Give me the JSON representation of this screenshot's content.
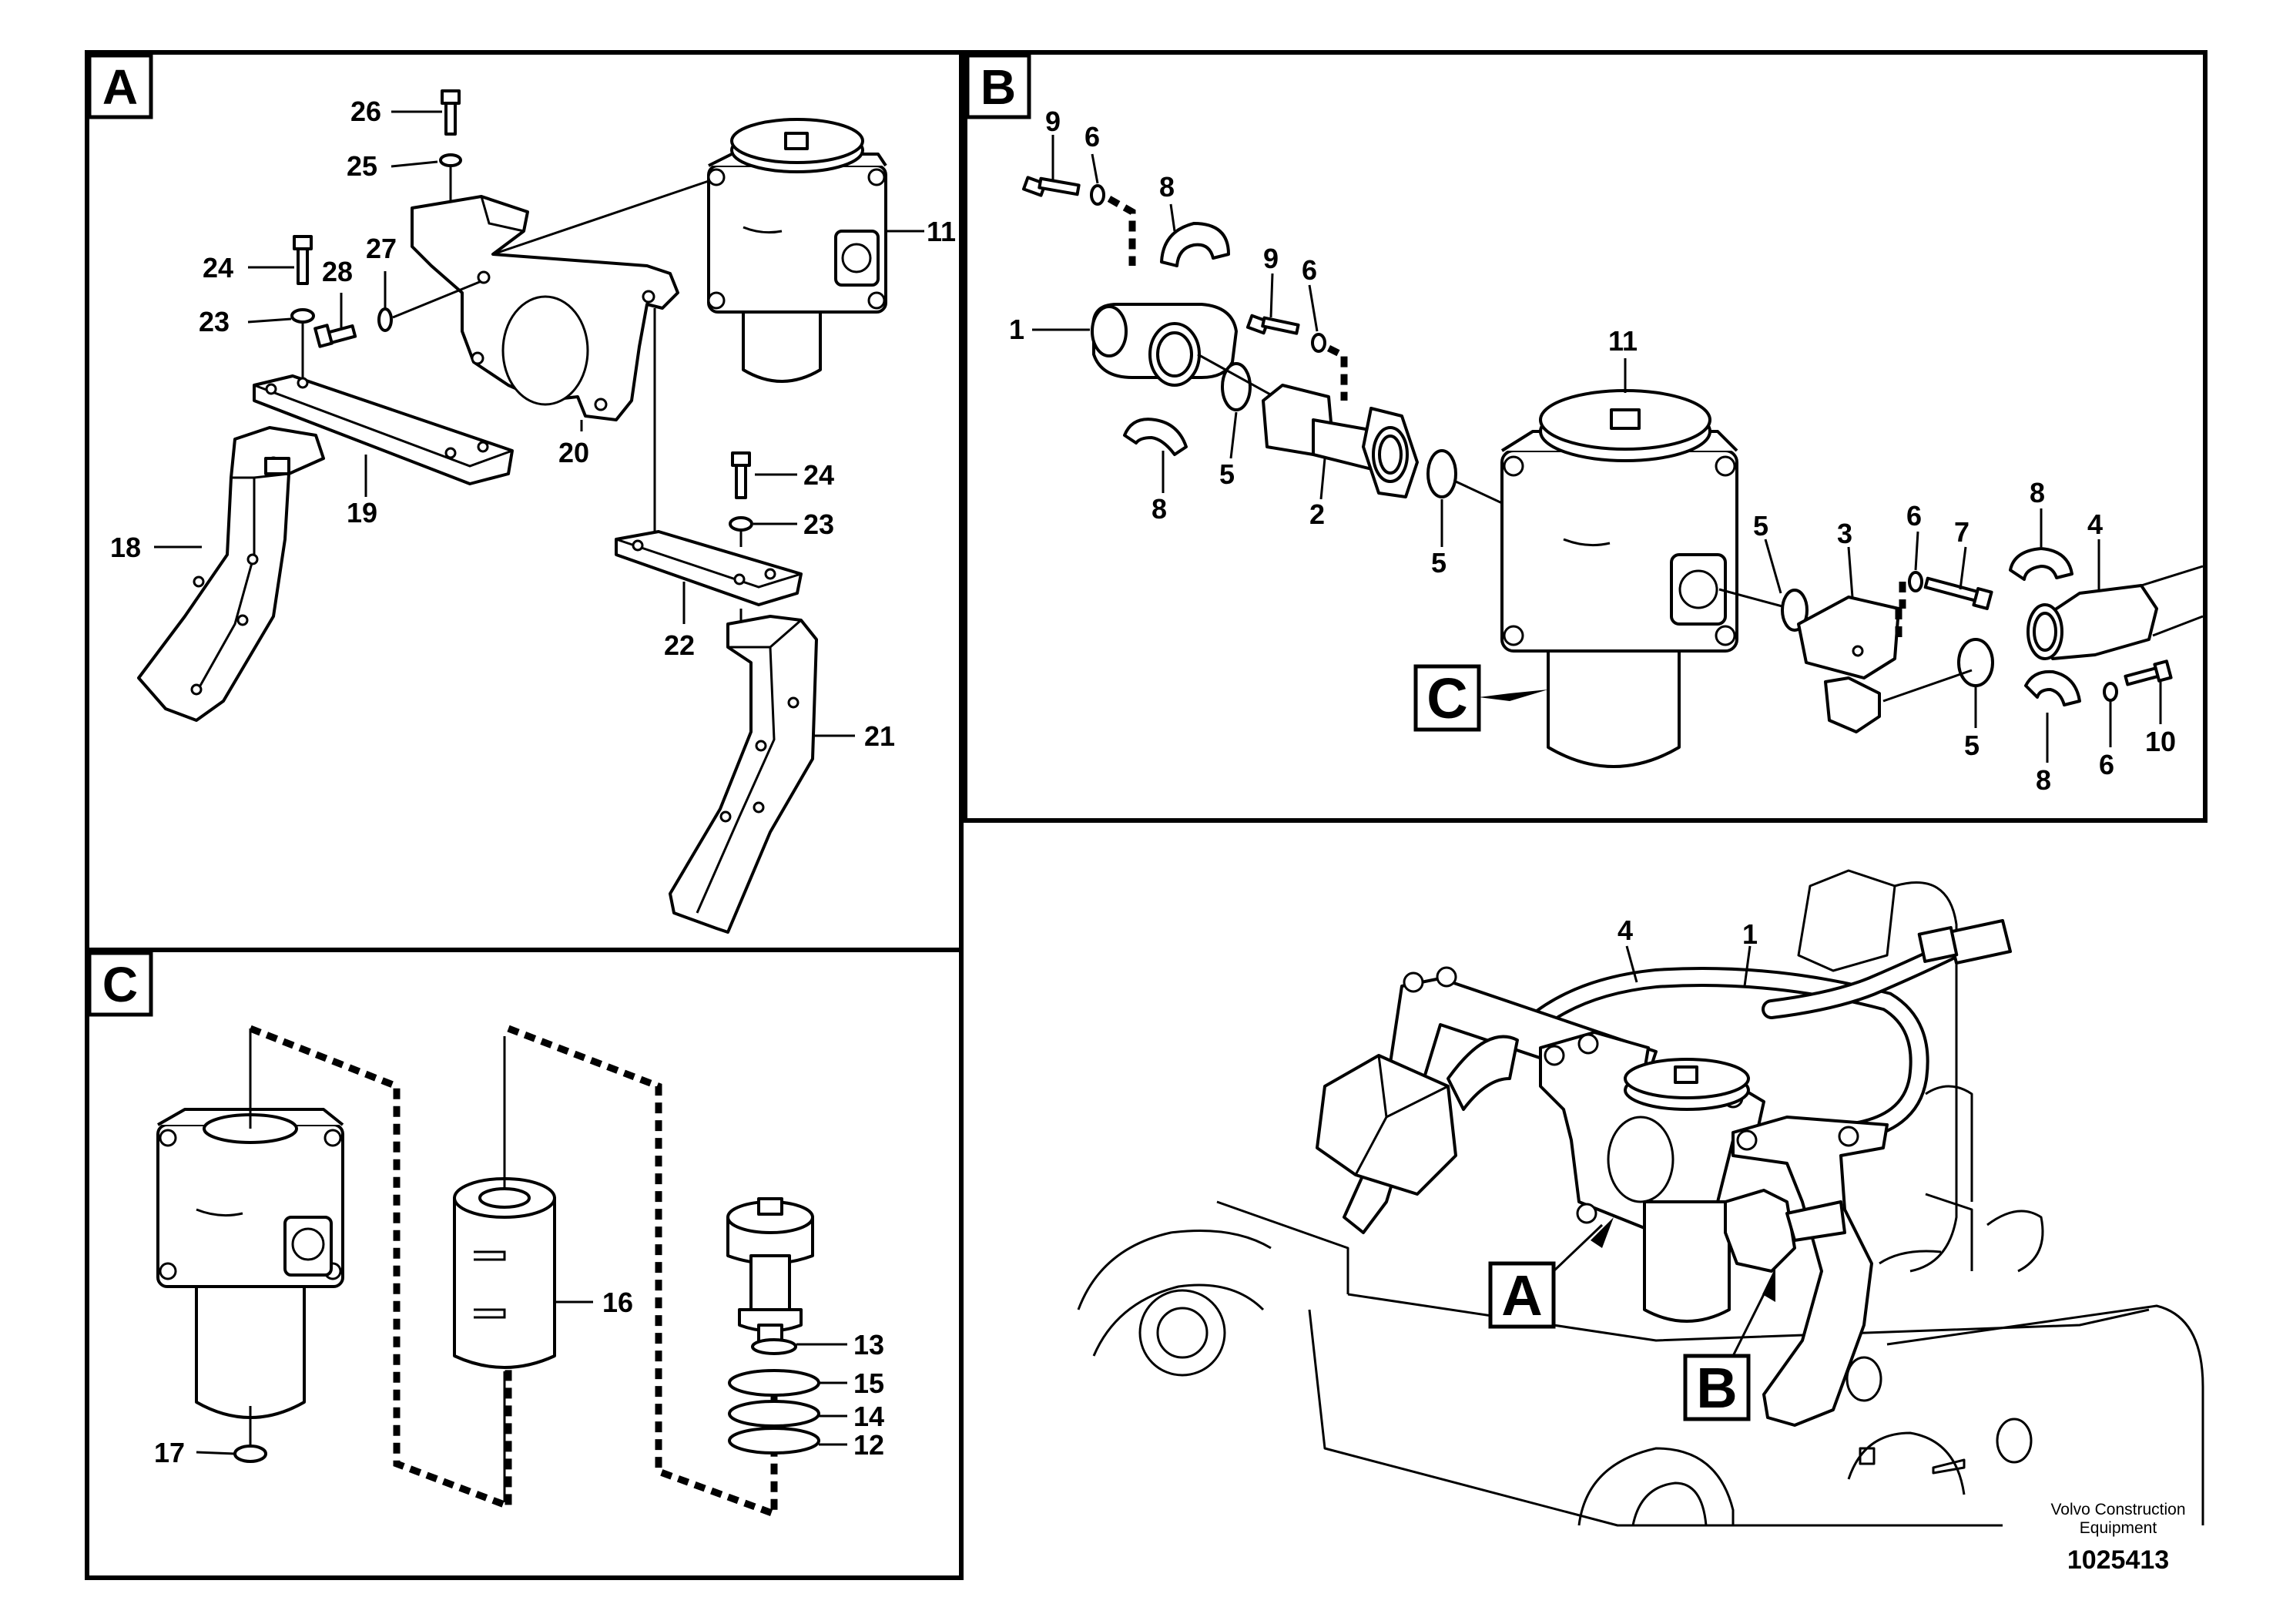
{
  "panels": {
    "a": {
      "letter": "A"
    },
    "b": {
      "letter": "B"
    },
    "c": {
      "letter": "C"
    }
  },
  "callouts": {
    "a": [
      "26",
      "25",
      "24",
      "28",
      "27",
      "23",
      "11",
      "20",
      "19",
      "18",
      "24",
      "23",
      "22",
      "21"
    ],
    "b": [
      "9",
      "6",
      "8",
      "9",
      "6",
      "1",
      "11",
      "5",
      "8",
      "2",
      "5",
      "5",
      "3",
      "6",
      "7",
      "8",
      "4",
      "5",
      "8",
      "6",
      "10"
    ],
    "c": [
      "16",
      "17",
      "13",
      "15",
      "14",
      "12"
    ],
    "overview": [
      "4",
      "1"
    ]
  },
  "view_labels": {
    "b_c": "C",
    "overview_a": "A",
    "overview_b": "B"
  },
  "footer": {
    "company_line1": "Volvo Construction",
    "company_line2": "Equipment",
    "drawing_number": "1025413"
  }
}
